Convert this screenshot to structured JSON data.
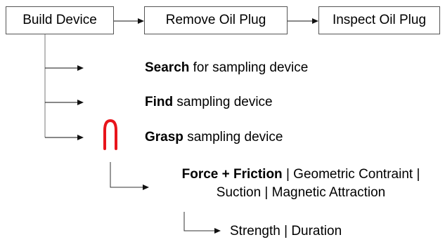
{
  "flow": {
    "build_device": "Build Device",
    "remove_oil_plug": "Remove Oil Plug",
    "inspect_oil_plug": "Inspect Oil Plug"
  },
  "steps": {
    "search": {
      "verb": "Search",
      "rest": " for sampling device"
    },
    "find": {
      "verb": "Find",
      "rest": " sampling device"
    },
    "grasp": {
      "verb": "Grasp",
      "rest": " sampling device"
    }
  },
  "forces": {
    "primary": "Force + Friction",
    "line1_rest": " | Geometric Contraint |",
    "line2": "Suction | Magnetic Attraction"
  },
  "properties": "Strength | Duration",
  "icons": {
    "grasp_icon_color": "#e8141b",
    "line_color": "#333333"
  }
}
